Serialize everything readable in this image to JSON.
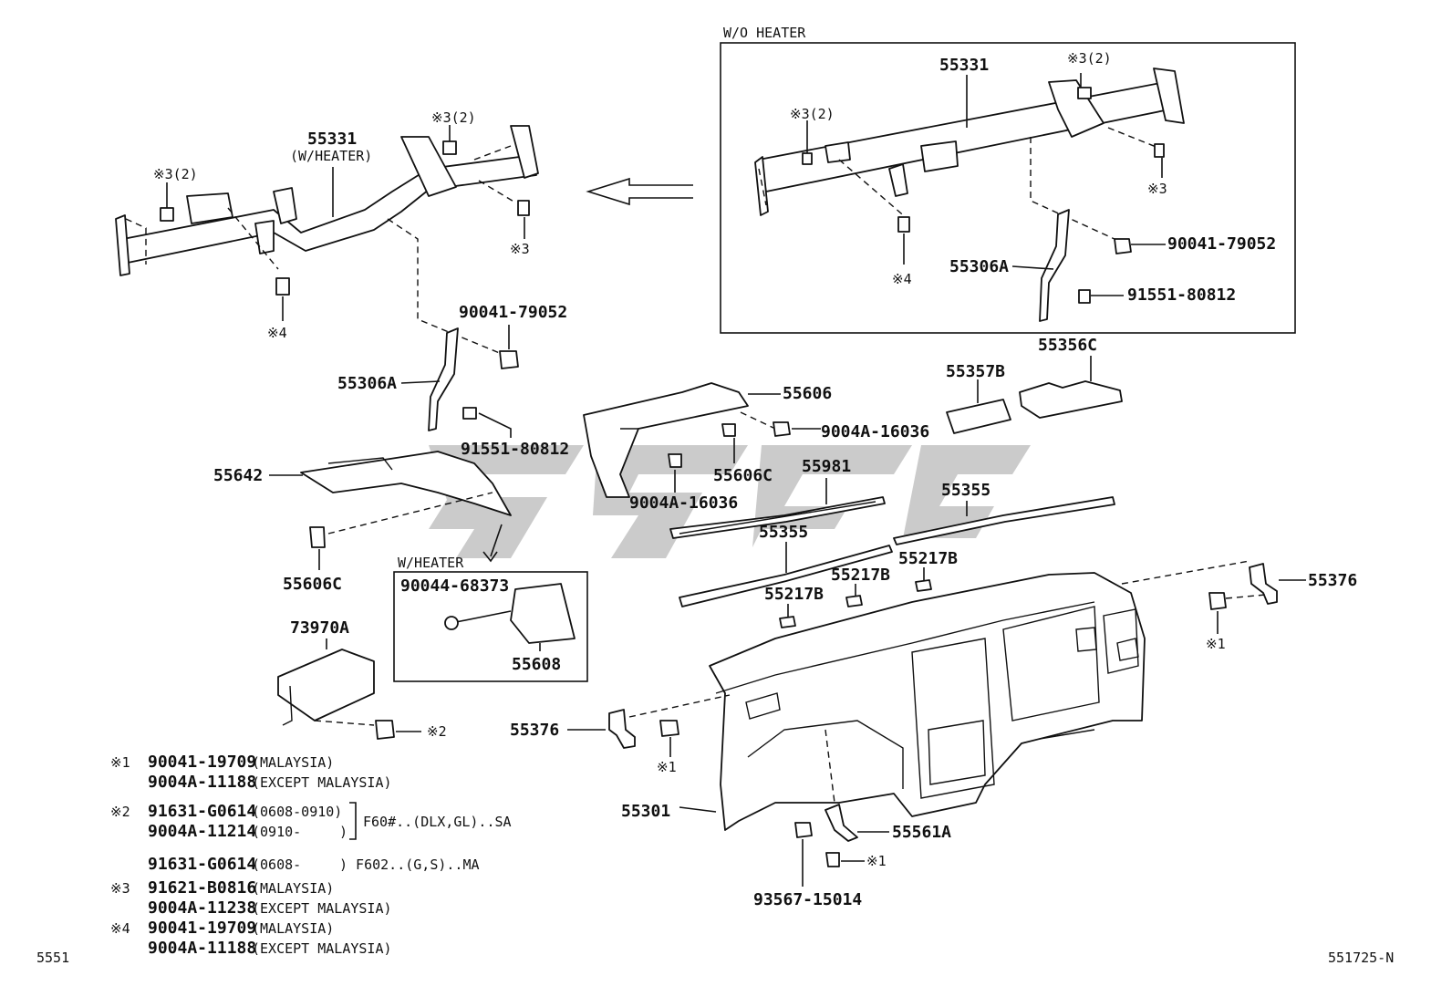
{
  "labels": {
    "wo_heater_title": "W/O HEATER",
    "w_heater_title": "W/HEATER",
    "p55331_left": "55331",
    "p55331_left_sub": "(W/HEATER)",
    "note3_2_a": "※3(2)",
    "note3_a": "※3",
    "note4_a": "※4",
    "p90041_79052_a": "90041-79052",
    "p55306A_a": "55306A",
    "p91551_80812_a": "91551-80812",
    "p55642": "55642",
    "p55606C_a": "55606C",
    "p55331_right": "55331",
    "note3_2_b": "※3(2)",
    "note3_2_c": "※3(2)",
    "note3_b": "※3",
    "note4_b": "※4",
    "p90041_79052_b": "90041-79052",
    "p55306A_b": "55306A",
    "p91551_80812_b": "91551-80812",
    "p55606": "55606",
    "p9004A_16036_a": "9004A-16036",
    "p55606C_b": "55606C",
    "p9004A_16036_b": "9004A-16036",
    "p55357B": "55357B",
    "p55356C": "55356C",
    "p55981": "55981",
    "p55355_a": "55355",
    "p55355_b": "55355",
    "p55217B_a": "55217B",
    "p55217B_b": "55217B",
    "p55217B_c": "55217B",
    "p55376_right": "55376",
    "note1_a": "※1",
    "p90044_68373": "90044-68373",
    "p55608": "55608",
    "p73970A": "73970A",
    "note2": "※2",
    "p55376_left": "55376",
    "note1_b": "※1",
    "p55301": "55301",
    "p55561A": "55561A",
    "note1_c": "※1",
    "p93567_15014": "93567-15014"
  },
  "notes": {
    "n1_mark": "※1",
    "n1_l1_pn": "90041-19709",
    "n1_l1_txt": "(MALAYSIA)",
    "n1_l2_pn": "9004A-11188",
    "n1_l2_txt": "(EXCEPT MALAYSIA)",
    "n2_mark": "※2",
    "n2_l1_pn": "91631-G0614",
    "n2_l1_txt": "(0608-0910)",
    "n2_l2_pn": "9004A-11214",
    "n2_l2_txt": "(0910-",
    "n2_l2_close": ")",
    "n2_group": "F60#..(DLX,GL)..SA",
    "n2_l3_pn": "91631-G0614",
    "n2_l3_txt": "(0608-",
    "n2_l3_close": ") F602..(G,S)..MA",
    "n3_mark": "※3",
    "n3_l1_pn": "91621-B0816",
    "n3_l1_txt": "(MALAYSIA)",
    "n3_l2_pn": "9004A-11238",
    "n3_l2_txt": "(EXCEPT MALAYSIA)",
    "n4_mark": "※4",
    "n4_l1_pn": "90041-19709",
    "n4_l1_txt": "(MALAYSIA)",
    "n4_l2_pn": "9004A-11188",
    "n4_l2_txt": "(EXCEPT MALAYSIA)"
  },
  "footer": {
    "left_code": "5551",
    "right_code": "551725-N"
  }
}
